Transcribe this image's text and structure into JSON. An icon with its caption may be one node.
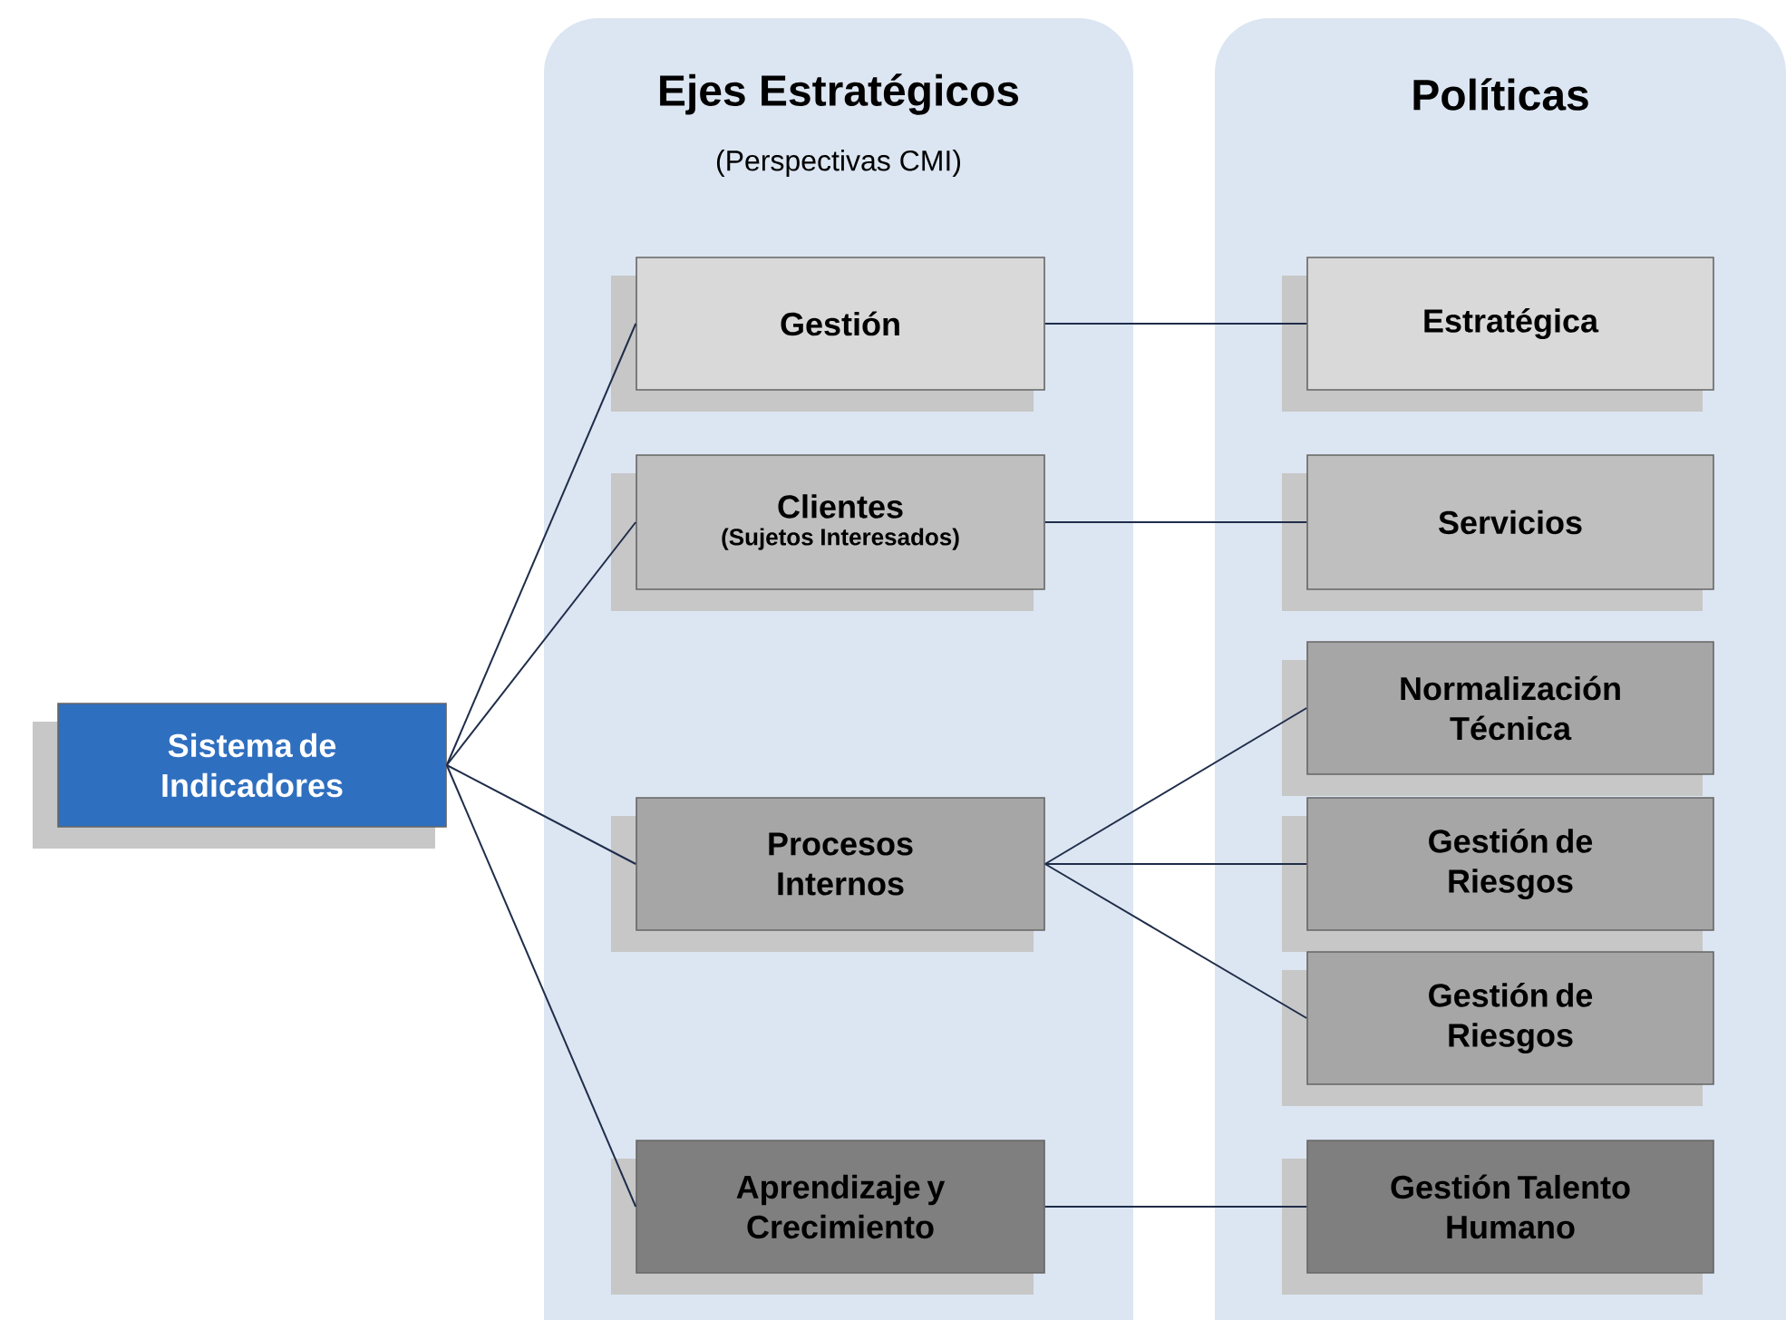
{
  "diagram": {
    "nodes": [
      {
        "text": [
          "Ejes Estratégicos",
          "(Perspectivas CMI)"
        ]
      },
      {
        "text": [
          "Políticas"
        ]
      },
      {
        "text": [
          "Sistema de Indicadores"
        ]
      },
      {
        "text": [
          "Gestión"
        ],
        "in": 0
      },
      {
        "text": [
          "Clientes",
          "(Sujetos Interesados)"
        ],
        "in": 0
      },
      {
        "text": [
          "Procesos Internos"
        ],
        "in": 0
      },
      {
        "text": [
          "Aprendizaje y Crecimiento"
        ],
        "in": 0
      },
      {
        "text": [
          "Estratégica"
        ],
        "in": 1
      },
      {
        "text": [
          "Servicios"
        ],
        "in": 1
      },
      {
        "text": [
          "Normalización Técnica"
        ],
        "in": 1
      },
      {
        "text": [
          "Gestión de Riesgos"
        ],
        "in": 1
      },
      {
        "text": [
          "Gestión de Riesgos"
        ],
        "in": 1
      },
      {
        "text": [
          "Gestión Talento Humano"
        ],
        "in": 1
      }
    ],
    "edges": [
      {
        "from": 2,
        "to": 3,
        "arrow": "none"
      },
      {
        "from": 2,
        "to": 4,
        "arrow": "none"
      },
      {
        "from": 2,
        "to": 5,
        "arrow": "none"
      },
      {
        "from": 2,
        "to": 6,
        "arrow": "none"
      },
      {
        "from": 3,
        "to": 7,
        "arrow": "none"
      },
      {
        "from": 4,
        "to": 8,
        "arrow": "none"
      },
      {
        "from": 5,
        "to": 9,
        "arrow": "none"
      },
      {
        "from": 5,
        "to": 10,
        "arrow": "none"
      },
      {
        "from": 5,
        "to": 11,
        "arrow": "none"
      },
      {
        "from": 6,
        "to": 12,
        "arrow": "none"
      }
    ]
  }
}
